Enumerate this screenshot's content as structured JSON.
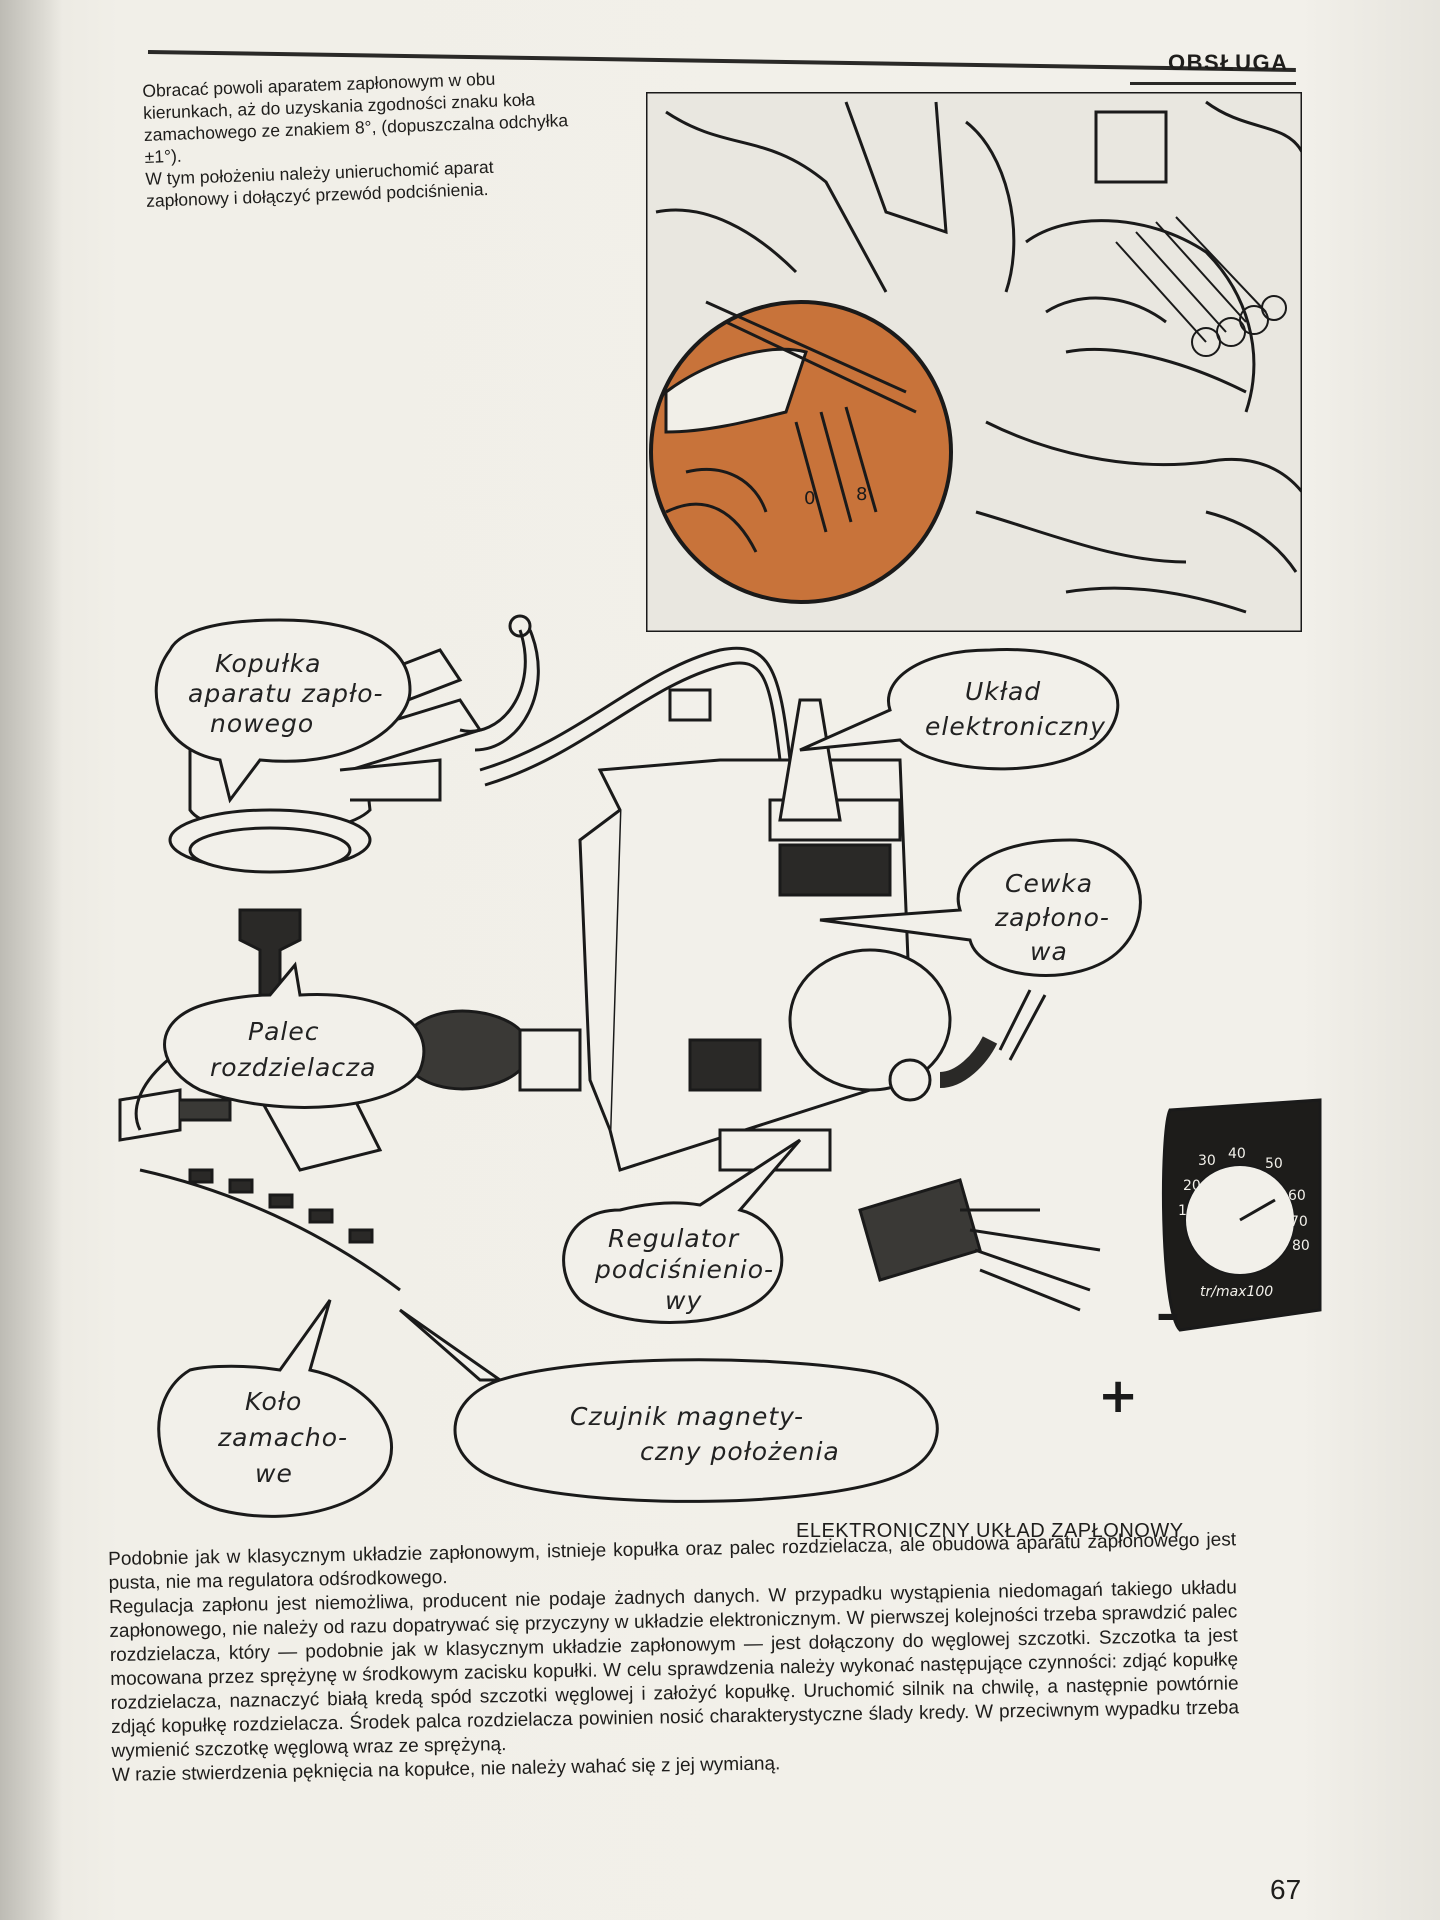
{
  "header": {
    "section": "OBSŁUGA"
  },
  "intro": {
    "p1": "Obracać powoli aparatem zapłonowym w obu kierunkach, aż do uzyskania zgodności znaku koła zamachowego ze znakiem 8°, (dopuszczalna odchyłka ±1°).",
    "p2": "W tym położeniu należy unieruchomić aparat zapłonowy i dołączyć przewód podciśnienia."
  },
  "photo": {
    "mark_0": "0",
    "mark_8": "8",
    "accent": "#c8733a"
  },
  "diagram": {
    "callouts": {
      "kopulka": [
        "Kopułka",
        "aparatu zapło-",
        "nowego"
      ],
      "uklad": [
        "Układ",
        "elektroniczny"
      ],
      "cewka": [
        "Cewka",
        "zapłono-",
        "wa"
      ],
      "palec": [
        "Palec",
        "rozdzielacza"
      ],
      "regulator": [
        "Regulator",
        "podciśnienio-",
        "wy"
      ],
      "czujnik": [
        "Czujnik magnety-",
        "czny położenia"
      ],
      "kolo": [
        "Koło",
        "zamacho-",
        "we"
      ]
    },
    "gauge": {
      "ticks": [
        "30",
        "40",
        "50",
        "20",
        "60",
        "10",
        "70",
        "80"
      ],
      "label": "tr/max100"
    },
    "polarity": {
      "minus": "–",
      "plus": "+"
    }
  },
  "caption": "ELEKTRONICZNY UKŁAD ZAPŁONOWY",
  "body": {
    "p1": "Podobnie jak w klasycznym układzie zapłonowym, istnieje kopułka oraz palec rozdzielacza, ale obudowa aparatu zapłonowego jest pusta, nie ma regulatora odśrodkowego.",
    "p2": "Regulacja zapłonu jest niemożliwa, producent nie podaje żadnych danych. W przypadku wystąpienia niedomagań takiego układu zapłonowego, nie należy od razu dopatrywać się przyczyny w układzie elektronicznym. W pierwszej kolejności trzeba sprawdzić palec rozdzielacza, który — podobnie jak w klasycznym układzie zapłonowym — jest dołączony do węglowej szczotki. Szczotka ta jest mocowana przez sprężynę w środkowym zacisku kopułki. W celu sprawdzenia należy wykonać następujące czynności: zdjąć kopułkę rozdzielacza, naznaczyć białą kredą spód szczotki węglowej i założyć kopułkę. Uruchomić silnik na chwilę, a następnie powtórnie zdjąć kopułkę rozdzielacza. Środek palca rozdzielacza powinien nosić charakterystyczne ślady kredy. W przeciwnym wypadku trzeba wymienić szczotkę węglową wraz ze sprężyną.",
    "p3": "W razie stwierdzenia pęknięcia na kopułce, nie należy wahać się z jej wymianą."
  },
  "page_number": "67"
}
